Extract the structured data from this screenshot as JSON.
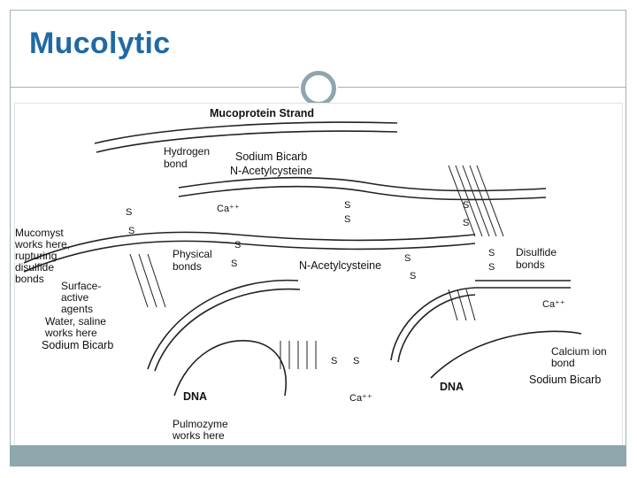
{
  "slide": {
    "title": "Mucolytic"
  },
  "figure": {
    "header": "Mucoprotein Strand",
    "labels": {
      "hydrogen_bond": [
        "Hydrogen",
        "bond"
      ],
      "mucomyst": [
        "Mucomyst",
        "works here,",
        "rupturing",
        "disulfide",
        "bonds"
      ],
      "physical_bonds": [
        "Physical",
        "bonds"
      ],
      "disulfide_bonds": [
        "Disulfide",
        "bonds"
      ],
      "surface_active": [
        "Surface-",
        "active",
        "agents"
      ],
      "water_saline": [
        "Water, saline",
        "works here"
      ],
      "calcium_ion_bond": [
        "Calcium ion",
        "bond"
      ],
      "dna_left": "DNA",
      "dna_right": "DNA",
      "pulmozyme": [
        "Pulmozyme",
        "works here"
      ],
      "calcium": "Ca⁺⁺",
      "sulfur": "S"
    }
  },
  "overlays": {
    "sodium_bicarb_top": "Sodium Bicarb",
    "n_acetylcysteine_top": "N-Acetylcysteine",
    "n_acetylcysteine_mid": "N-Acetylcysteine",
    "sodium_bicarb_left": "Sodium Bicarb",
    "sodium_bicarb_right": "Sodium Bicarb"
  }
}
